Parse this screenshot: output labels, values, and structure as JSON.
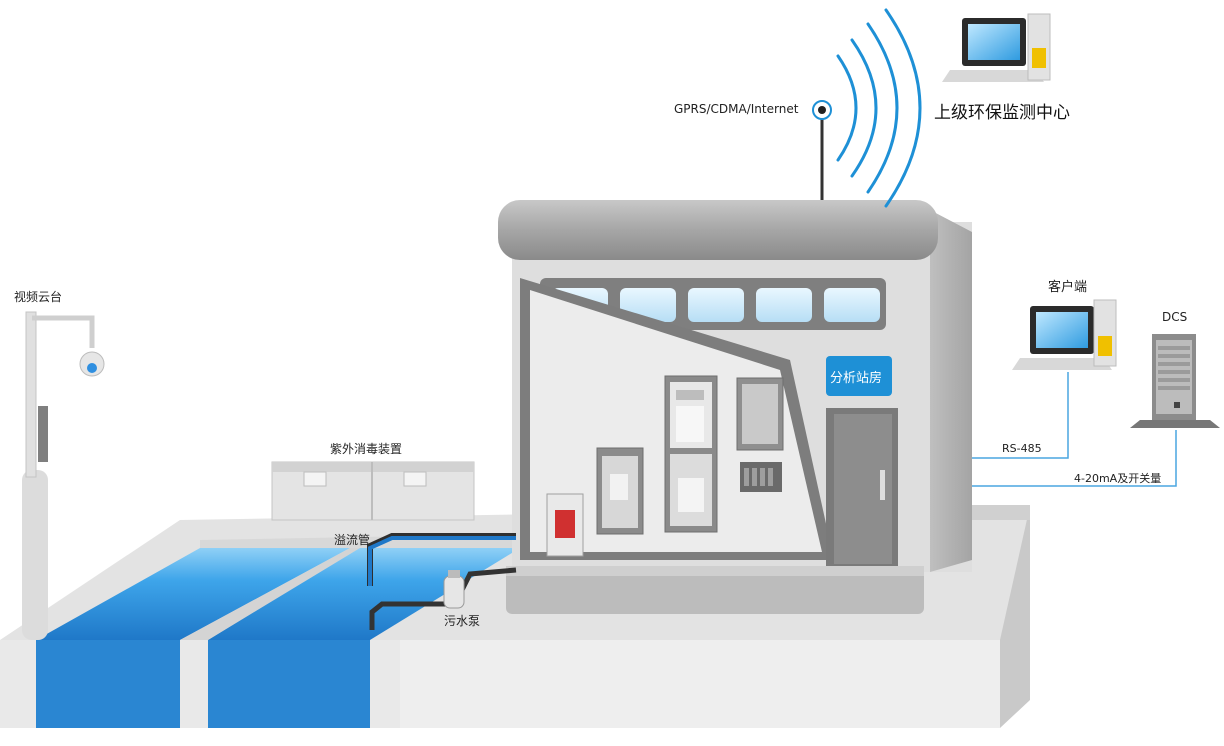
{
  "labels": {
    "network": "GPRS/CDMA/Internet",
    "upper_center": "上级环保监测中心",
    "client": "客户端",
    "dcs": "DCS",
    "camera": "视频云台",
    "uv": "紫外消毒装置",
    "station": "分析站房",
    "overflow": "溢流管",
    "pump": "污水泵",
    "rs485": "RS-485",
    "signal": "4-20mA及开关量"
  },
  "colors": {
    "water": "#3aa0e8",
    "water_deep": "#1f78c8",
    "accent": "#1e90d6",
    "wall": "#d9d9d9",
    "roof": "#9c9c9c"
  }
}
